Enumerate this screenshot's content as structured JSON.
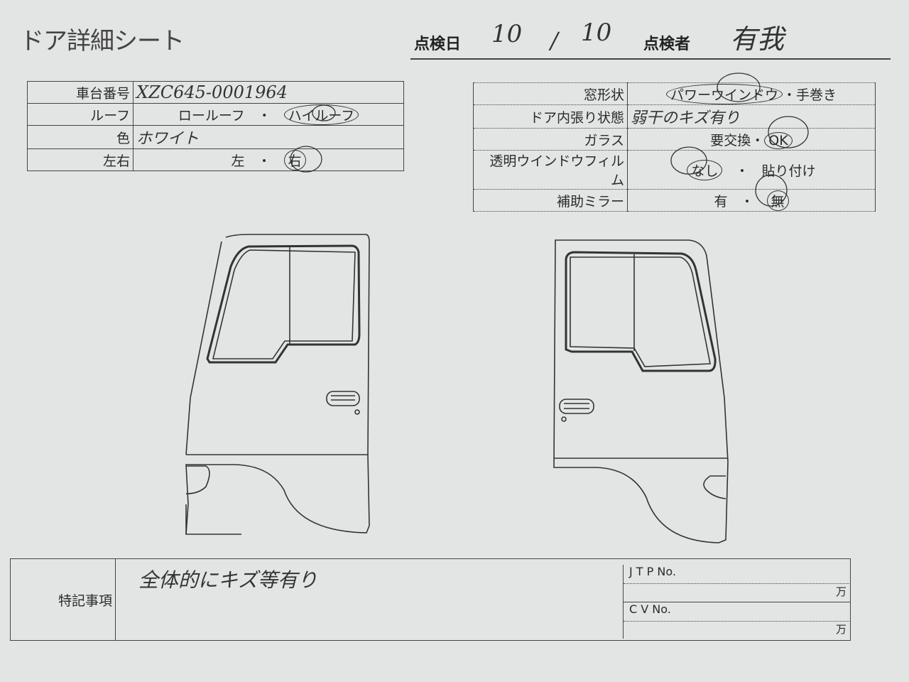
{
  "title": "ドア詳細シート",
  "header": {
    "inspection_date_label": "点検日",
    "date_month": "10",
    "date_sep": "/",
    "date_day": "10",
    "inspector_label": "点検者",
    "inspector_value": "有我"
  },
  "left_table": {
    "rows": [
      {
        "label": "車台番号",
        "value": "XZC645-0001964"
      },
      {
        "label": "ルーフ",
        "options": [
          "ロールーフ",
          "ハイルーフ"
        ],
        "selected": "ハイルーフ"
      },
      {
        "label": "色",
        "value": "ホワイト"
      },
      {
        "label": "左右",
        "options": [
          "左",
          "右"
        ],
        "selected": "右"
      }
    ]
  },
  "right_table": {
    "rows": [
      {
        "label": "窓形状",
        "options": [
          "パワーウインドウ",
          "手巻き"
        ],
        "selected": "パワーウインドウ"
      },
      {
        "label": "ドア内張り状態",
        "value": "弱干のキズ有り"
      },
      {
        "label": "ガラス",
        "options": [
          "要交換",
          "OK"
        ],
        "selected": "OK"
      },
      {
        "label": "透明ウインドウフィルム",
        "options": [
          "なし",
          "貼り付け"
        ],
        "selected": "なし"
      },
      {
        "label": "補助ミラー",
        "options": [
          "有",
          "無"
        ],
        "selected": "無"
      }
    ]
  },
  "notes": {
    "label": "特記事項",
    "value": "全体的にキズ等有り",
    "jtp_label": "J T P No.",
    "jtp_unit": "万",
    "cv_label": "C V No.",
    "cv_unit": "万"
  }
}
